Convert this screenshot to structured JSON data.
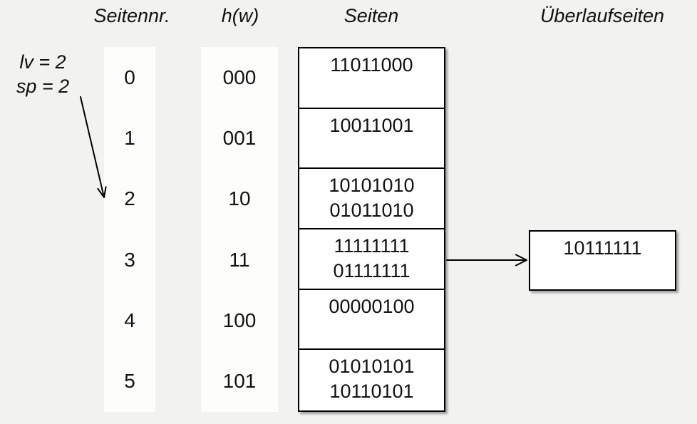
{
  "headers": {
    "seitennr": "Seitennr.",
    "hw": "h(w)",
    "seiten": "Seiten",
    "ueberlaufseiten": "Überlaufseiten"
  },
  "annotation": {
    "lv": "lv = 2",
    "sp": "sp = 2"
  },
  "page_numbers": [
    "0",
    "1",
    "2",
    "3",
    "4",
    "5"
  ],
  "hash_values": [
    "000",
    "001",
    "10",
    "11",
    "100",
    "101"
  ],
  "pages": [
    [
      "11011000"
    ],
    [
      "10011001"
    ],
    [
      "10101010",
      "01011010"
    ],
    [
      "11111111",
      "01111111"
    ],
    [
      "00000100"
    ],
    [
      "01010101",
      "10110101"
    ]
  ],
  "overflow_pages": [
    {
      "linked_page_number": "3",
      "values": [
        "10111111"
      ]
    }
  ],
  "colors": {
    "background": "#f2f2f0",
    "strip": "#fdfdfc",
    "cell": "#ffffff",
    "border": "#000000",
    "text": "#111111"
  }
}
